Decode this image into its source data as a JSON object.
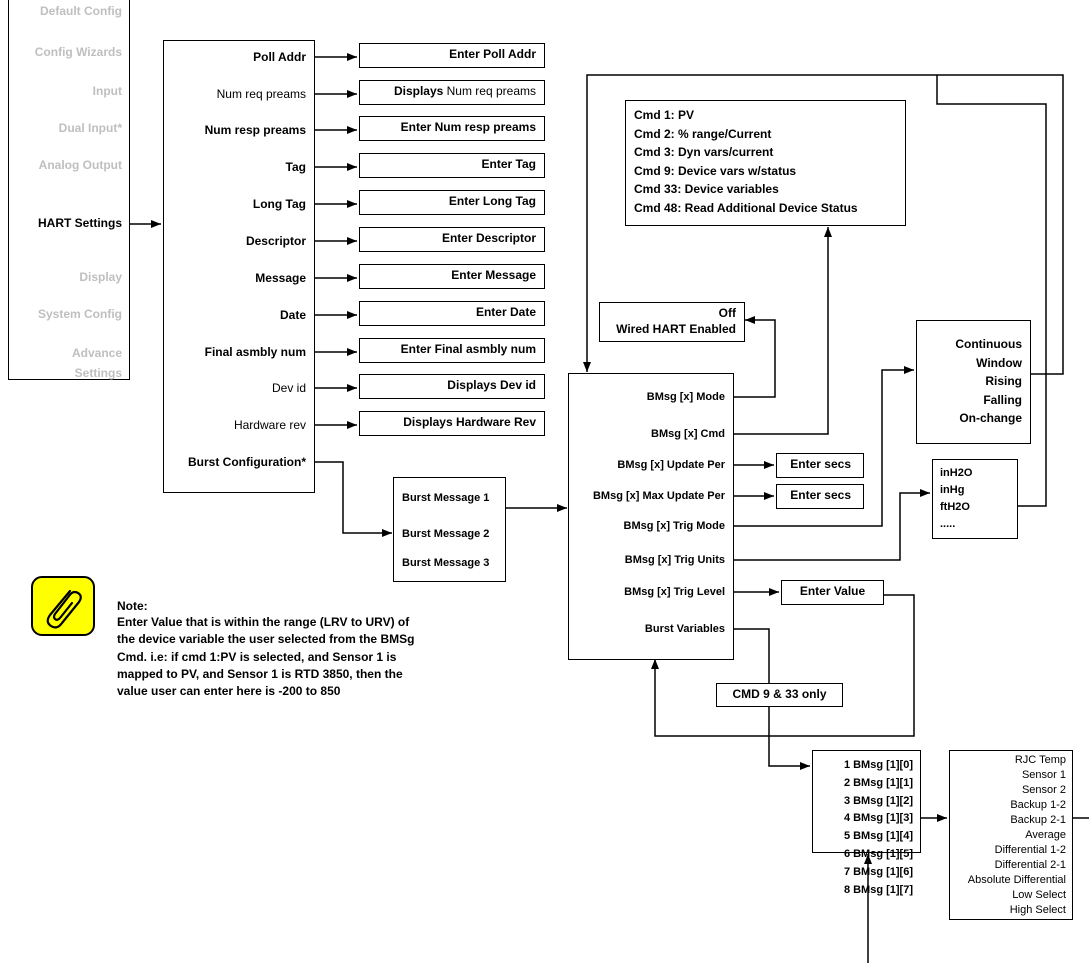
{
  "colors": {
    "line": "#000000",
    "disabled_text": "#bfbfbf",
    "note_icon_bg": "#ffff00"
  },
  "main_menu": {
    "items": [
      {
        "label": "Default Config",
        "active": false
      },
      {
        "label": "Config Wizards",
        "active": false
      },
      {
        "label": "Input",
        "active": false
      },
      {
        "label": "Dual Input*",
        "active": false
      },
      {
        "label": "Analog Output",
        "active": false
      },
      {
        "label": "HART Settings",
        "active": true
      },
      {
        "label": "Display",
        "active": false
      },
      {
        "label": "System Config",
        "active": false
      },
      {
        "label": "Advance Settings",
        "active": false
      }
    ]
  },
  "hart_menu": {
    "items": [
      {
        "label": "Poll Addr",
        "bold": true
      },
      {
        "label": "Num req preams",
        "bold": false
      },
      {
        "label": "Num resp preams",
        "bold": true
      },
      {
        "label": "Tag",
        "bold": true
      },
      {
        "label": "Long Tag",
        "bold": true
      },
      {
        "label": "Descriptor",
        "bold": true
      },
      {
        "label": "Message",
        "bold": true
      },
      {
        "label": "Date",
        "bold": true
      },
      {
        "label": "Final asmbly num",
        "bold": true
      },
      {
        "label": "Dev id",
        "bold": false
      },
      {
        "label": "Hardware rev",
        "bold": false
      },
      {
        "label": "Burst Configuration*",
        "bold": true
      }
    ]
  },
  "hart_fields": [
    {
      "prefix": "",
      "text": "Enter Poll Addr"
    },
    {
      "prefix": "Displays",
      "text": " Num req preams"
    },
    {
      "prefix": "",
      "text": "Enter Num resp preams"
    },
    {
      "prefix": "",
      "text": "Enter Tag"
    },
    {
      "prefix": "",
      "text": "Enter Long Tag"
    },
    {
      "prefix": "",
      "text": "Enter Descriptor"
    },
    {
      "prefix": "",
      "text": "Enter Message"
    },
    {
      "prefix": "",
      "text": "Enter Date"
    },
    {
      "prefix": "",
      "text": "Enter Final asmbly num"
    },
    {
      "prefix": "",
      "text": "Displays Dev id"
    },
    {
      "prefix": "",
      "text": "Displays Hardware Rev"
    }
  ],
  "burst_messages": [
    "Burst Message 1",
    "Burst Message 2",
    "Burst Message 3"
  ],
  "bmsg_menu": [
    "BMsg [x] Mode",
    "BMsg [x] Cmd",
    "BMsg [x] Update Per",
    "BMsg [x] Max Update Per",
    "BMsg [x] Trig Mode",
    "BMsg [x] Trig Units",
    "BMsg [x] Trig Level",
    "Burst Variables"
  ],
  "cmd_list": [
    "Cmd 1: PV",
    "Cmd 2: % range/Current",
    "Cmd 3: Dyn vars/current",
    "Cmd 9: Device vars w/status",
    "Cmd 33: Device variables",
    "Cmd 48: Read Additional Device Status"
  ],
  "mode_options": [
    "Off",
    "Wired HART Enabled"
  ],
  "update_per_field": "Enter secs",
  "max_update_per_field": "Enter secs",
  "trig_modes": [
    "Continuous",
    "Window",
    "Rising",
    "Falling",
    "On-change"
  ],
  "trig_units": [
    "inH2O",
    "inHg",
    "ftH2O",
    "....."
  ],
  "trig_level_field": "Enter Value",
  "cmd_only_label": "CMD 9 & 33 only",
  "burst_vars": [
    "1 BMsg [1][0]",
    "2 BMsg [1][1]",
    "3 BMsg [1][2]",
    "4 BMsg [1][3]",
    "5 BMsg [1][4]",
    "6 BMsg [1][5]",
    "7 BMsg [1][6]",
    "8 BMsg [1][7]"
  ],
  "device_vars": [
    "RJC Temp",
    "Sensor 1",
    "Sensor 2",
    "Backup 1-2",
    "Backup 2-1",
    "Average",
    "Differential 1-2",
    "Differential 2-1",
    "Absolute Differential",
    "Low Select",
    "High Select"
  ],
  "note": {
    "title": "Note:",
    "lines": [
      "Enter Value that is within the range (LRV to URV) of",
      "the device variable the user selected from the BMSg",
      "Cmd. i.e: if cmd 1:PV is selected, and Sensor 1 is",
      "mapped to PV, and Sensor 1 is RTD 3850, then the",
      "value user can enter here is -200 to 850"
    ],
    "icon": "paperclip-icon"
  }
}
